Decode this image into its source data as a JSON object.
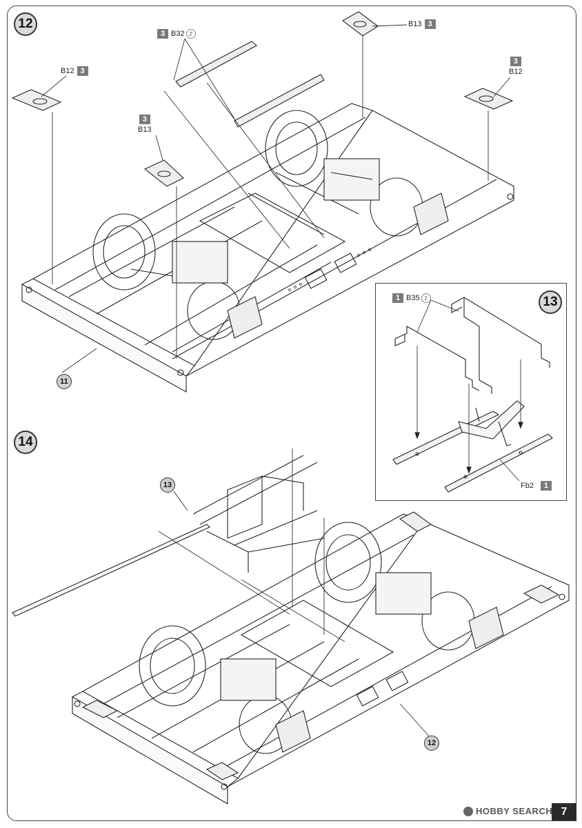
{
  "steps": {
    "step12": "12",
    "step13": "13",
    "step14": "14"
  },
  "refs": {
    "ref11": "11",
    "ref13": "13",
    "ref12": "12"
  },
  "parts": {
    "b32": {
      "code": "B32",
      "sprue": "3",
      "qty": "2"
    },
    "b13_top": {
      "code": "B13",
      "sprue": "3"
    },
    "b12_left": {
      "code": "B12",
      "sprue": "3"
    },
    "b12_right": {
      "code": "B12",
      "sprue": "3"
    },
    "b13_mid": {
      "code": "B13",
      "sprue": "3"
    },
    "b35": {
      "code": "B35",
      "sprue": "1",
      "qty": "2"
    },
    "fb2": {
      "code": "Fb2",
      "sprue": "1"
    }
  },
  "page_number": "7",
  "watermark": "HOBBY SEARCH"
}
